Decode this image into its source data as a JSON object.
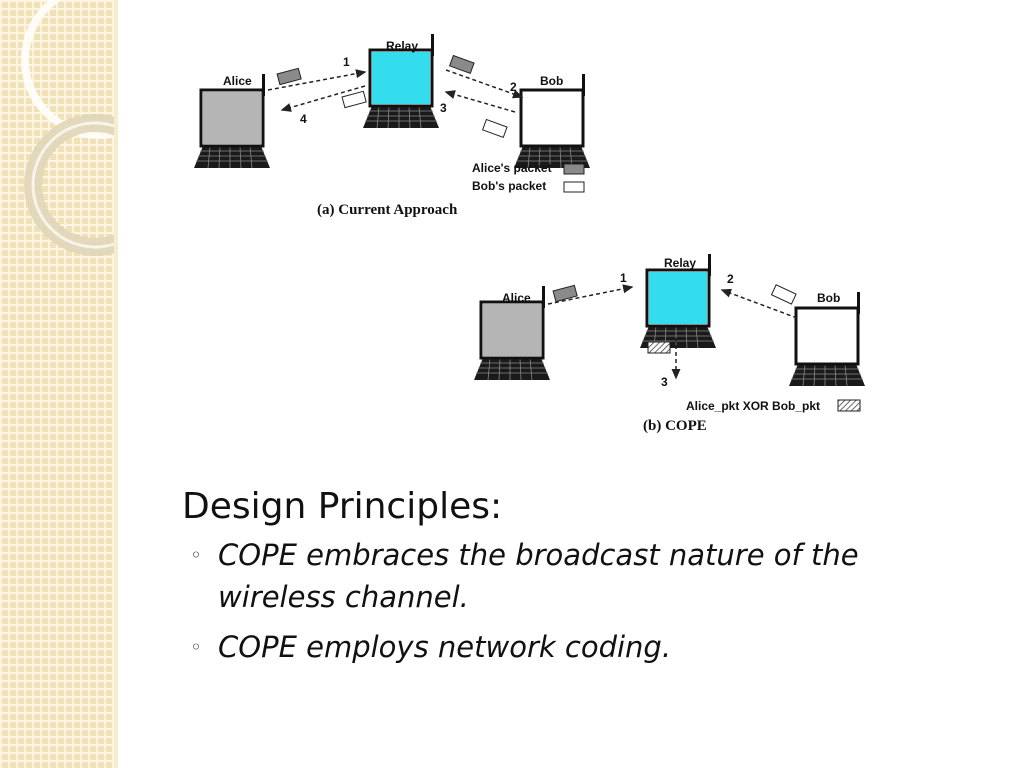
{
  "diagram_a": {
    "relay_label": "Relay",
    "alice_label": "Alice",
    "bob_label": "Bob",
    "step_labels": [
      "1",
      "2",
      "3",
      "4"
    ],
    "legend": {
      "alice_packet": "Alice's packet",
      "bob_packet": "Bob's packet"
    },
    "caption": "(a) Current Approach"
  },
  "diagram_b": {
    "relay_label": "Relay",
    "alice_label": "Alice",
    "bob_label": "Bob",
    "step_labels": [
      "1",
      "2",
      "3"
    ],
    "legend": {
      "xor_packet": "Alice_pkt XOR Bob_pkt"
    },
    "caption": "(b) COPE"
  },
  "content": {
    "heading": "Design Principles:",
    "bullets": [
      "COPE embraces the broadcast nature of the wireless channel.",
      "COPE employs network coding."
    ]
  },
  "colors": {
    "sidebar_background": "#f0e2b6",
    "relay_screen": "#33ddee",
    "alice_screen": "#b5b5b5",
    "bob_screen": "#ffffff",
    "alice_packet": "#8a8a8a"
  }
}
